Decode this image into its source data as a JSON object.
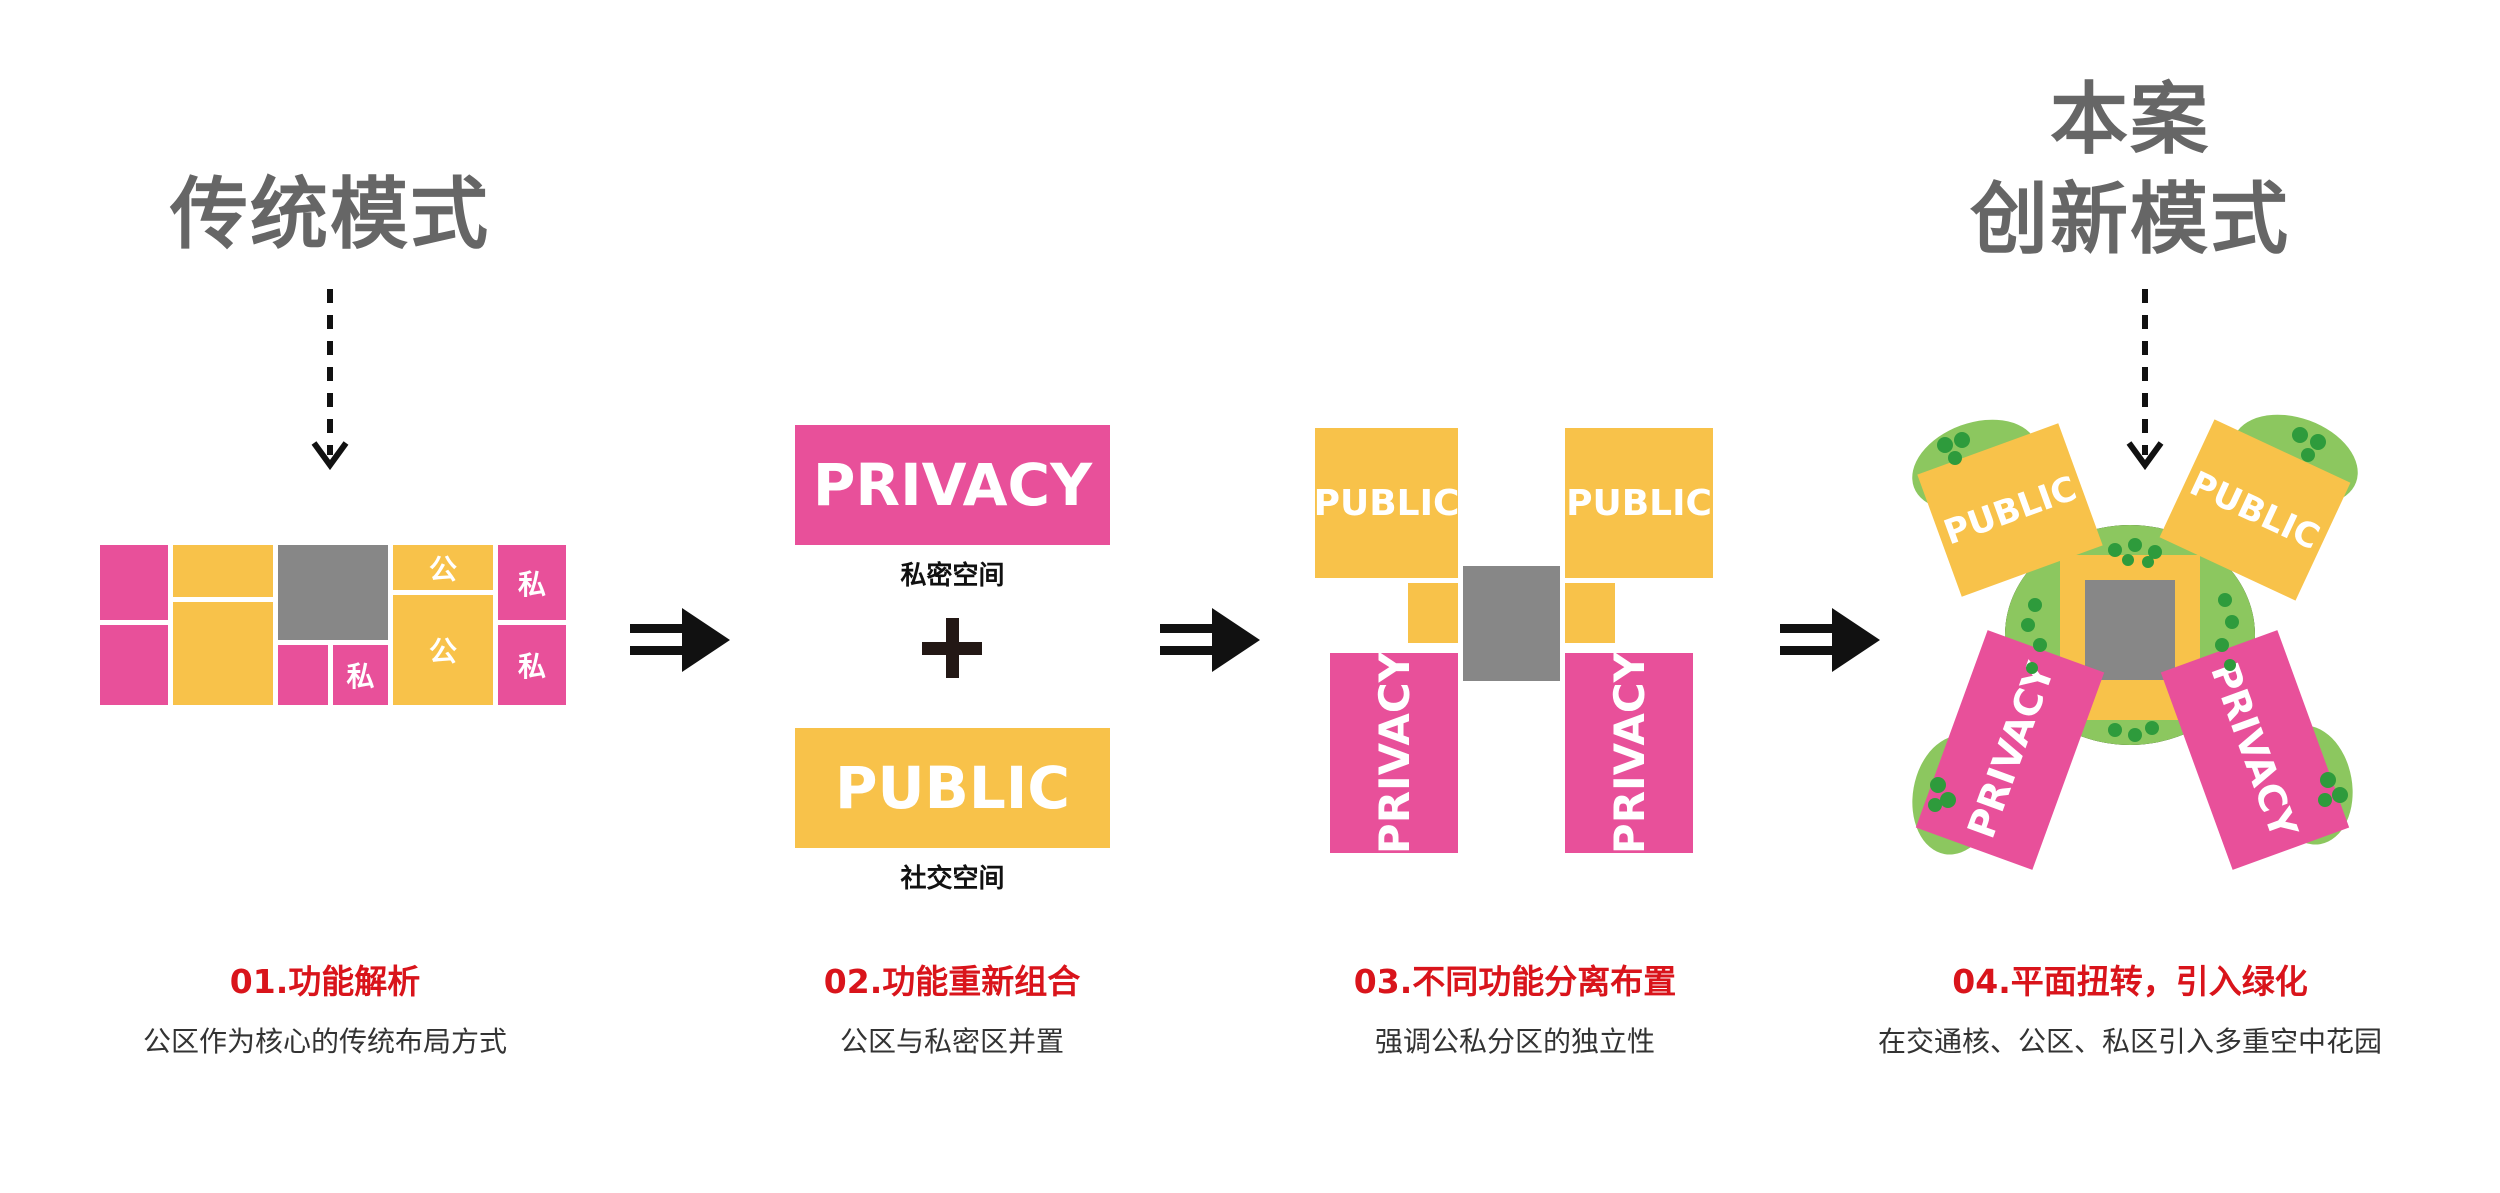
{
  "left_title": "传统模式",
  "right_title_line1": "本案",
  "right_title_line2": "创新模式",
  "stage1": {
    "label_public_1": "公",
    "label_public_2": "公",
    "label_private_1": "私",
    "label_private_2": "私",
    "label_private_3": "私"
  },
  "stage2": {
    "privacy_label": "PRIVACY",
    "privacy_sub": "私密空间",
    "plus": "+",
    "public_label": "PUBLIC",
    "public_sub": "社交空间"
  },
  "stage3": {
    "public_left": "PUBLIC",
    "public_right": "PUBLIC",
    "privacy_left": "PRIVACY",
    "privacy_right": "PRIVACY"
  },
  "stage4": {
    "public_left": "PUBLIC",
    "public_right": "PUBLIC",
    "privacy_left": "PRIVACY",
    "privacy_right": "PRIVACY"
  },
  "captions": [
    {
      "title": "01.功能解析",
      "text": "公区作为核心的传统布局方式"
    },
    {
      "title": "02.功能重新组合",
      "text": "公区与私密区并置"
    },
    {
      "title": "03.不同功能分离布置",
      "text": "强调公私分区的独立性"
    },
    {
      "title": "04.平面扭转，引入绿化",
      "text": "在交通核、公区、私区引入多重空中花园"
    }
  ],
  "colors": {
    "pink": "#e8509a",
    "yellow": "#f8c24a",
    "gray": "#878787",
    "green": "#8cc75f",
    "title_gray": "#666666",
    "caption_red": "#d9141b"
  },
  "icons": [
    "dashed-arrow-icon",
    "double-arrow-icon"
  ]
}
